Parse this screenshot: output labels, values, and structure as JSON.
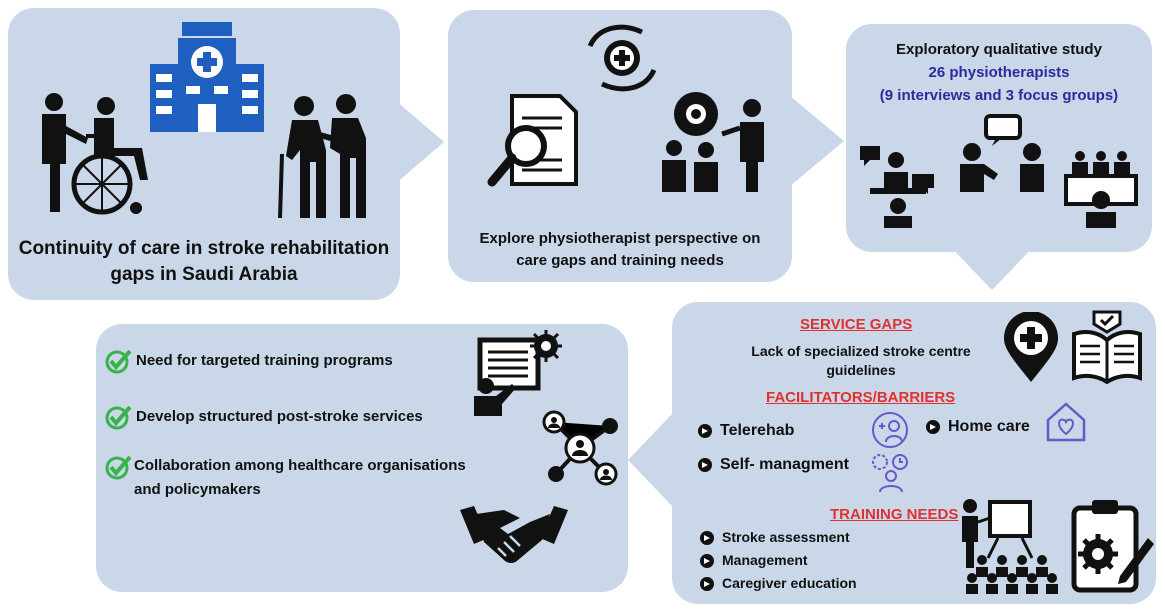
{
  "colors": {
    "panel": "#c9d7e8",
    "arrow": "#c9d7e8",
    "heading_blue": "#2b2a9e",
    "heading_red": "#e03131",
    "check_green": "#38b24a",
    "icon_dark": "#111111",
    "icon_blue": "#1f5fbf",
    "icon_purple": "#6b57c9"
  },
  "panel1": {
    "caption_line1": "Continuity of care in stroke rehabilitation",
    "caption_line2": "gaps in Saudi Arabia",
    "icons": [
      "hospital-icon",
      "caregiver-wheelchair-icon",
      "elderly-support-icon"
    ]
  },
  "panel2": {
    "caption_line1": "Explore physiotherapist perspective on",
    "caption_line2": "care gaps and training needs",
    "icons": [
      "hands-care-icon",
      "document-search-icon",
      "team-presentation-icon"
    ]
  },
  "panel3": {
    "title": "Exploratory qualitative study",
    "subtitle1": "26 physiotherapists",
    "subtitle2": "(9 interviews and 3 focus groups)",
    "icons": [
      "interview-desk-icon",
      "conversation-icon",
      "focus-group-icon"
    ]
  },
  "panel4": {
    "service_gaps_heading": "SERVICE GAPS",
    "service_gaps_line1": "Lack of specialized stroke centre",
    "service_gaps_line2": "guidelines",
    "facilitators_heading": "FACILITATORS/BARRIERS",
    "facilitators": {
      "telerehab": "Telerehab",
      "home_care": "Home care",
      "self_management": "Self- managment"
    },
    "training_heading": "TRAINING NEEDS",
    "training_items": [
      "Stroke assessment",
      "Management",
      "Caregiver education"
    ],
    "icons": [
      "location-medical-icon",
      "guideline-book-icon",
      "telerehab-icon",
      "home-care-icon",
      "self-management-icon",
      "training-class-icon",
      "clipboard-gear-icon"
    ]
  },
  "panel5": {
    "items": [
      "Need for targeted training programs",
      "Develop structured post-stroke services",
      "Collaboration among healthcare organisations",
      "and policymakers"
    ],
    "icons": [
      "check-icon",
      "training-board-icon",
      "network-icon",
      "handshake-icon"
    ]
  }
}
